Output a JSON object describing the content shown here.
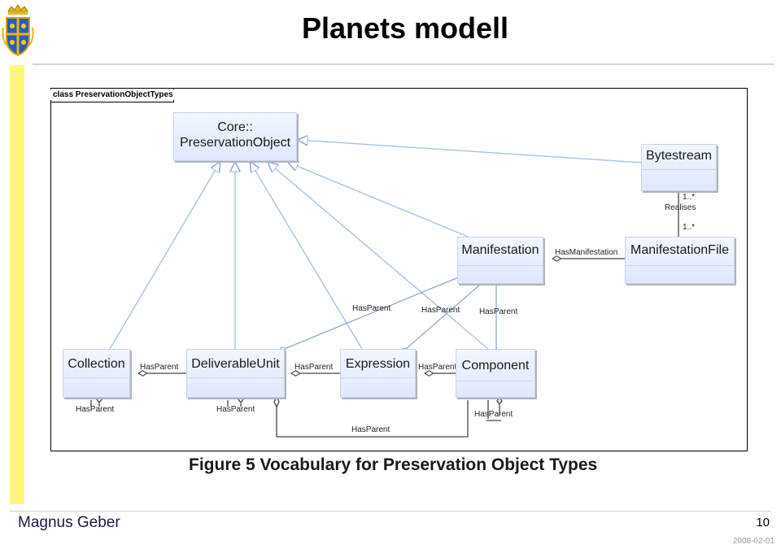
{
  "slide": {
    "title": "Planets modell",
    "author": "Magnus Geber",
    "page_number": "10",
    "date": "2008-02-01"
  },
  "diagram": {
    "frame_label": "class PreservationObjectTypes",
    "caption": "Figure 5 Vocabulary for Preservation Object Types",
    "classes": {
      "core": {
        "line1": "Core::",
        "line2": "PreservationObject"
      },
      "bytestream": "Bytestream",
      "manifestation": "Manifestation",
      "manifestation_file": "ManifestationFile",
      "collection": "Collection",
      "deliverable_unit": "DeliverableUnit",
      "expression": "Expression",
      "component": "Component"
    },
    "edge_labels": {
      "realises": "Realises",
      "mult_top": "1..*",
      "mult_bottom": "1..*",
      "has_manifestation": "HasManifestation",
      "has_parent": "HasParent"
    }
  }
}
